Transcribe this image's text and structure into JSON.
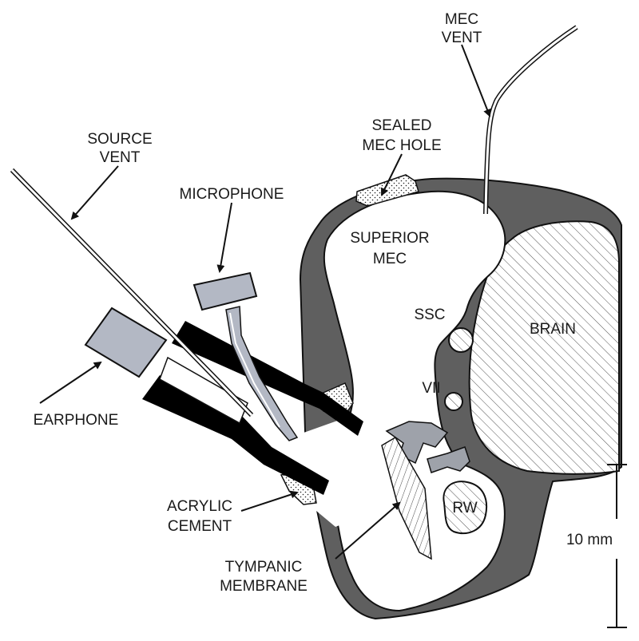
{
  "labels": {
    "mec_vent_1": "MEC",
    "mec_vent_2": "VENT",
    "source_vent_1": "SOURCE",
    "source_vent_2": "VENT",
    "sealed_1": "SEALED",
    "sealed_2": "MEC HOLE",
    "microphone": "MICROPHONE",
    "superior_1": "SUPERIOR",
    "superior_2": "MEC",
    "ssc": "SSC",
    "brain": "BRAIN",
    "vii": "VII",
    "earphone": "EARPHONE",
    "acrylic_1": "ACRYLIC",
    "acrylic_2": "CEMENT",
    "rw": "RW",
    "tympanic_1": "TYMPANIC",
    "tympanic_2": "MEMBRANE",
    "scale": "10 mm"
  },
  "colors": {
    "bone": "#5f5f5f",
    "device": "#b3b8c4",
    "black": "#000000",
    "stroke": "#111111"
  }
}
